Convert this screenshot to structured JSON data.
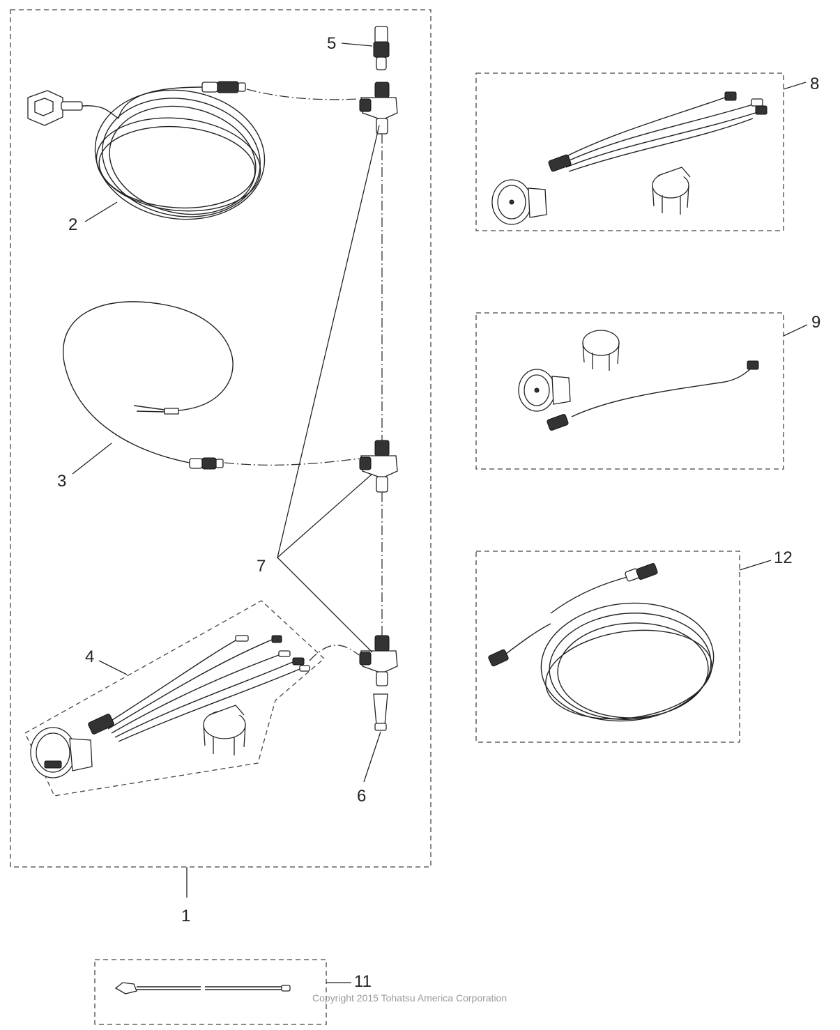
{
  "callouts": {
    "c1": "1",
    "c2": "2",
    "c3": "3",
    "c4": "4",
    "c5": "5",
    "c6": "6",
    "c7": "7",
    "c8": "8",
    "c9": "9",
    "c11": "11",
    "c12": "12"
  },
  "copyright": "Copyright 2015 Tohatsu America Corporation",
  "icons": {
    "harness_cable": "coiled-cable-icon",
    "t_connector": "t-connector-icon",
    "terminator": "terminator-icon",
    "gauge": "gauge-icon",
    "gauge_bracket": "bracket-icon",
    "sensor": "sensor-icon"
  },
  "colors": {
    "line": "#222222",
    "text": "#222222",
    "copyright": "#9a9a9a"
  }
}
